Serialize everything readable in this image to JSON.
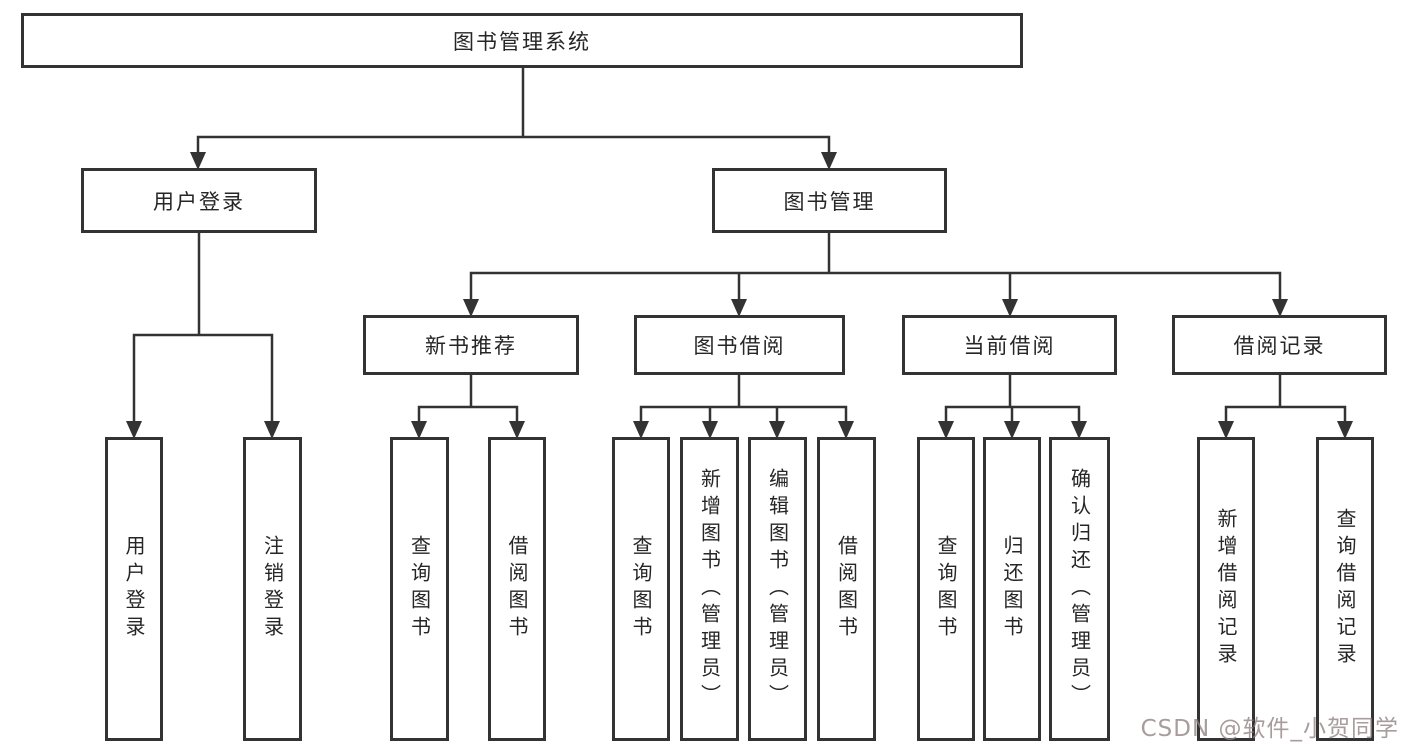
{
  "tree": {
    "root": {
      "label": "图书管理系统",
      "children": [
        {
          "label": "用户登录",
          "children": [
            {
              "label": "用户登录"
            },
            {
              "label": "注销登录"
            }
          ]
        },
        {
          "label": "图书管理",
          "children": [
            {
              "label": "新书推荐",
              "children": [
                {
                  "label": "查询图书"
                },
                {
                  "label": "借阅图书"
                }
              ]
            },
            {
              "label": "图书借阅",
              "children": [
                {
                  "label": "查询图书"
                },
                {
                  "label": "新增图书（管理员）"
                },
                {
                  "label": "编辑图书（管理员）"
                },
                {
                  "label": "借阅图书"
                }
              ]
            },
            {
              "label": "当前借阅",
              "children": [
                {
                  "label": "查询图书"
                },
                {
                  "label": "归还图书"
                },
                {
                  "label": "确认归还（管理员）"
                }
              ]
            },
            {
              "label": "借阅记录",
              "children": [
                {
                  "label": "新增借阅记录"
                },
                {
                  "label": "查询借阅记录"
                }
              ]
            }
          ]
        }
      ]
    }
  },
  "watermark": {
    "text": "CSDN @软件_小贺同学"
  },
  "colors": {
    "line": "#333333",
    "box_border": "#333333",
    "text": "#262626",
    "background": "#ffffff",
    "watermark": "#8f8080"
  }
}
